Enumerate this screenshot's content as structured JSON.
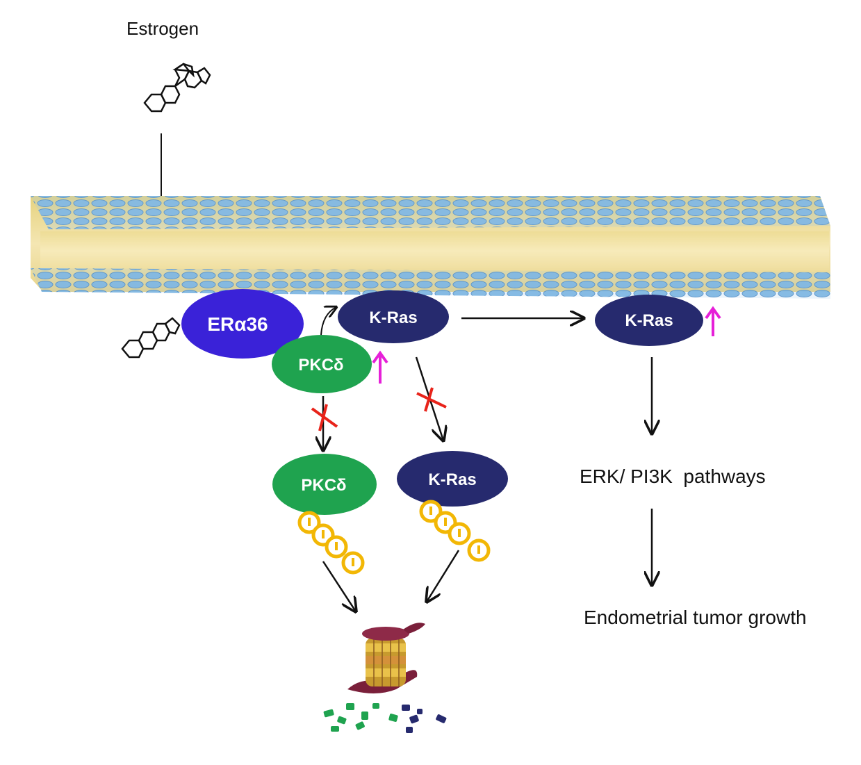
{
  "labels": {
    "estrogen": "Estrogen",
    "er_alpha36": "ERα36",
    "pkc_delta_top": "PKCδ",
    "kras_top": "K-Ras",
    "kras_right": "K-Ras",
    "pkc_delta_bottom": "PKCδ",
    "kras_bottom": "K-Ras",
    "erk_pathways": "ERK/ PI3K  pathways",
    "tumor_growth": "Endometrial tumor growth"
  },
  "colors": {
    "membrane_head": "#6fa8d8",
    "membrane_core": "#f0dca0",
    "er_alpha36": "#3a22d8",
    "pkc_delta": "#1fa34f",
    "kras": "#262a6e",
    "upregulation_arrow": "#e620d8",
    "inhibition_x": "#e8231a",
    "ubiquitin": "#f2b705",
    "proteasome": "#7a1f3a"
  },
  "icons": {
    "steroid": "steroid-structure-icon",
    "ubiquitin": "ubiquitin-chain-icon",
    "proteasome": "proteasome-icon",
    "up_arrow": "upregulation-arrow-icon",
    "block": "inhibition-x-icon"
  }
}
